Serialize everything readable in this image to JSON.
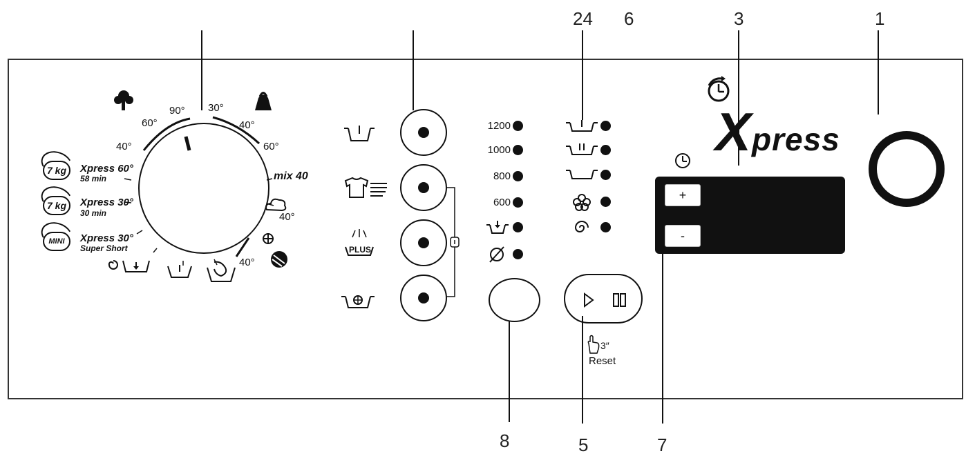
{
  "callouts": {
    "c24": "24",
    "c6": "6",
    "c3": "3",
    "c1": "1",
    "c8": "8",
    "c5": "5",
    "c7": "7"
  },
  "dial": {
    "temps": {
      "t90": "90°",
      "t60_left": "60°",
      "t40_left": "40°",
      "t30": "30°",
      "t40_right": "40°",
      "t60_right": "60°",
      "mix": "mix 40",
      "t40_wool_top": "40°",
      "t40_bottom": "40°"
    },
    "programs": [
      {
        "badge": "7 kg",
        "title": "Xpress 60°",
        "sub": "58 min"
      },
      {
        "badge": "7 kg",
        "title": "Xpress 30°",
        "sub": "30 min"
      },
      {
        "badge": "MINI",
        "title": "Xpress 30°",
        "sub": "Super Short"
      }
    ]
  },
  "option_buttons": {
    "plus_label": "PLUS"
  },
  "spin": {
    "s1200": "1200",
    "s1000": "1000",
    "s800": "800",
    "s600": "600"
  },
  "start": {
    "reset_time": "3″",
    "reset_label": "Reset"
  },
  "display": {
    "plus": "+",
    "minus": "-"
  },
  "logo": {
    "x": "X",
    "rest": "press"
  }
}
